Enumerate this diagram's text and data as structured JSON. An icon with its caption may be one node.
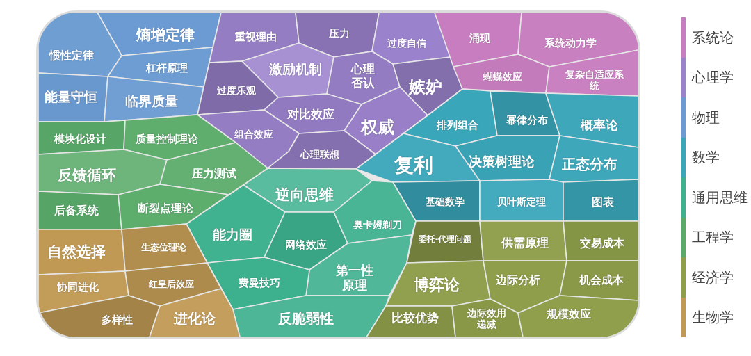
{
  "diagram": {
    "nodes": [
      {
        "text": [
          "熵增定律"
        ]
      },
      {
        "text": [
          "惯性定律"
        ]
      },
      {
        "text": [
          "杠杆原理"
        ]
      },
      {
        "text": [
          "能量守恒"
        ]
      },
      {
        "text": [
          "临界质量"
        ]
      },
      {
        "text": [
          "重视理由"
        ]
      },
      {
        "text": [
          "压力"
        ]
      },
      {
        "text": [
          "过度自信"
        ]
      },
      {
        "text": [
          "激励机制"
        ]
      },
      {
        "text": [
          "心理否认"
        ]
      },
      {
        "text": [
          "嫉妒"
        ]
      },
      {
        "text": [
          "过度乐观"
        ]
      },
      {
        "text": [
          "对比效应"
        ]
      },
      {
        "text": [
          "权威"
        ]
      },
      {
        "text": [
          "组合效应"
        ]
      },
      {
        "text": [
          "心理联想"
        ]
      },
      {
        "text": [
          "涌现"
        ]
      },
      {
        "text": [
          "系统动力学"
        ]
      },
      {
        "text": [
          "蝴蝶效应"
        ]
      },
      {
        "text": [
          "复杂自适应系统"
        ]
      },
      {
        "text": [
          "排列组合"
        ]
      },
      {
        "text": [
          "幂律分布"
        ]
      },
      {
        "text": [
          "概率论"
        ]
      },
      {
        "text": [
          "复利"
        ]
      },
      {
        "text": [
          "决策树理论"
        ]
      },
      {
        "text": [
          "正态分布"
        ]
      },
      {
        "text": [
          "基础数学"
        ]
      },
      {
        "text": [
          "贝叶斯定理"
        ]
      },
      {
        "text": [
          "图表"
        ]
      },
      {
        "text": [
          "逆向思维"
        ]
      },
      {
        "text": [
          "能力圈"
        ]
      },
      {
        "text": [
          "网络效应"
        ]
      },
      {
        "text": [
          "奥卡姆剃刀"
        ]
      },
      {
        "text": [
          "第一性原理"
        ]
      },
      {
        "text": [
          "费曼技巧"
        ]
      },
      {
        "text": [
          "反脆弱性"
        ]
      },
      {
        "text": [
          "模块化设计"
        ]
      },
      {
        "text": [
          "质量控制理论"
        ]
      },
      {
        "text": [
          "反馈循环"
        ]
      },
      {
        "text": [
          "压力测试"
        ]
      },
      {
        "text": [
          "后备系统"
        ]
      },
      {
        "text": [
          "断裂点理论"
        ]
      },
      {
        "text": [
          "自然选择"
        ]
      },
      {
        "text": [
          "生态位理论"
        ]
      },
      {
        "text": [
          "协同进化"
        ]
      },
      {
        "text": [
          "红皇后效应"
        ]
      },
      {
        "text": [
          "多样性"
        ]
      },
      {
        "text": [
          "进化论"
        ]
      },
      {
        "text": [
          "委托-代理问题"
        ]
      },
      {
        "text": [
          "供需原理"
        ]
      },
      {
        "text": [
          "交易成本"
        ]
      },
      {
        "text": [
          "博弈论"
        ]
      },
      {
        "text": [
          "边际分析"
        ]
      },
      {
        "text": [
          "机会成本"
        ]
      },
      {
        "text": [
          "比较优势"
        ]
      },
      {
        "text": [
          "边际效用递减"
        ]
      },
      {
        "text": [
          "规模效应"
        ]
      }
    ],
    "legend": [
      {
        "text": "系统论",
        "color": "#c87dc0"
      },
      {
        "text": "心理学",
        "color": "#9b82cc"
      },
      {
        "text": "物理",
        "color": "#6b9bd2"
      },
      {
        "text": "数学",
        "color": "#3aa6b9"
      },
      {
        "text": "通用思维",
        "color": "#3db08e"
      },
      {
        "text": "工程学",
        "color": "#5aab6a"
      },
      {
        "text": "经济学",
        "color": "#8e9e4a"
      },
      {
        "text": "生物学",
        "color": "#c09a55"
      }
    ]
  }
}
